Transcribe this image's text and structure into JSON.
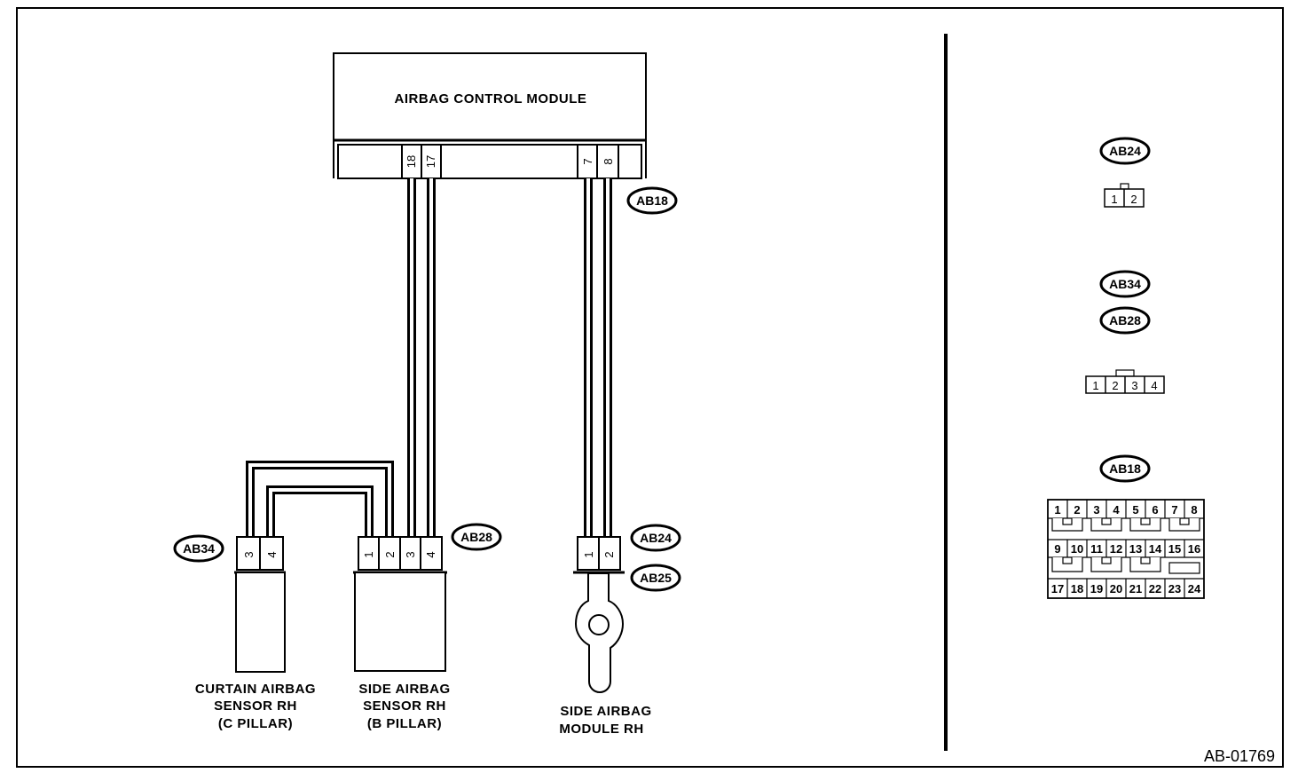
{
  "module": {
    "title": "AIRBAG CONTROL MODULE",
    "pins": [
      "18",
      "17",
      "7",
      "8"
    ]
  },
  "tags": {
    "ab18": "AB18",
    "ab34": "AB34",
    "ab28": "AB28",
    "ab24": "AB24",
    "ab25": "AB25"
  },
  "curtain_sensor": {
    "pins": [
      "3",
      "4"
    ],
    "label": [
      "CURTAIN AIRBAG",
      "SENSOR RH",
      "(C PILLAR)"
    ]
  },
  "side_sensor": {
    "pins": [
      "1",
      "2",
      "3",
      "4"
    ],
    "label": [
      "SIDE AIRBAG",
      "SENSOR RH",
      "(B PILLAR)"
    ]
  },
  "side_module": {
    "pins": [
      "1",
      "2"
    ],
    "label": [
      "SIDE AIRBAG",
      "MODULE RH"
    ]
  },
  "connector_views": {
    "ab24": {
      "tag": "AB24",
      "pins": [
        "1",
        "2"
      ]
    },
    "ab34_ab28": {
      "tags": [
        "AB34",
        "AB28"
      ],
      "pins": [
        "1",
        "2",
        "3",
        "4"
      ]
    },
    "ab18": {
      "tag": "AB18",
      "rows": [
        [
          "1",
          "2",
          "3",
          "4",
          "5",
          "6",
          "7",
          "8"
        ],
        [
          "9",
          "10",
          "11",
          "12",
          "13",
          "14",
          "15",
          "16"
        ],
        [
          "17",
          "18",
          "19",
          "20",
          "21",
          "22",
          "23",
          "24"
        ]
      ]
    }
  },
  "reference": "AB-01769",
  "colors": {
    "line": "#000000",
    "background": "#ffffff"
  }
}
